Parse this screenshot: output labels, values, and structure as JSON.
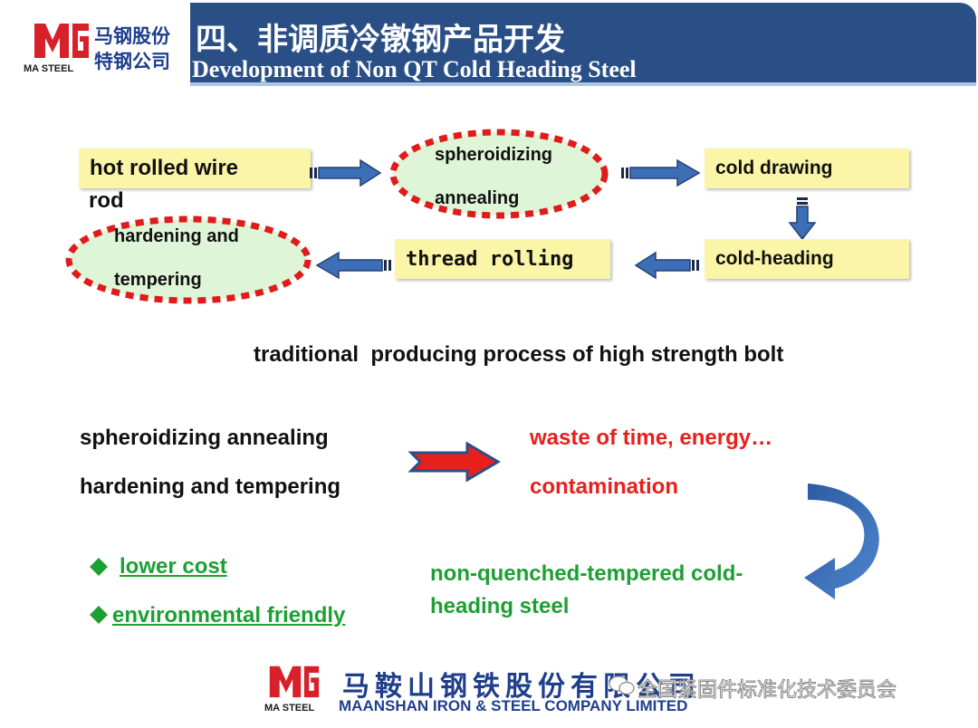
{
  "header": {
    "brand_cn_line1": "马钢股份",
    "brand_cn_line2": "特钢公司",
    "brand_en": "MA STEEL",
    "title_cn": "四、非调质冷镦钢产品开发",
    "title_en": "Development of Non QT Cold Heading Steel"
  },
  "process": {
    "hot_rolled_line1": "hot rolled wire",
    "hot_rolled_line2": "rod",
    "spheroidizing_line1": "spheroidizing",
    "spheroidizing_line2": "annealing",
    "cold_drawing": "cold drawing",
    "cold_heading": "cold-heading",
    "thread_rolling": "thread rolling",
    "hardening_line1": "hardening and",
    "hardening_line2": "tempering",
    "caption": "traditional  producing process of high strength bolt"
  },
  "comparison": {
    "left_1": "spheroidizing annealing",
    "left_2": "hardening and tempering",
    "right_1": "waste of time, energy…",
    "right_2": "contamination"
  },
  "benefits": {
    "item_1": "lower cost",
    "item_2": "environmental friendly",
    "result_line1": "non-quenched-tempered cold-",
    "result_line2": "heading steel"
  },
  "footer": {
    "company_cn": "马鞍山钢铁股份有限公司",
    "company_en": "MAANSHAN IRON & STEEL COMPANY LIMITED",
    "brand_en": "MA STEEL",
    "watermark": "全国紧固件标准化技术委员会"
  },
  "colors": {
    "title_bar": "#2a4f86",
    "box_fill": "#fbf5a8",
    "ellipse_fill": "#dff5d8",
    "ellipse_border": "#e01b1b",
    "arrow_blue": "#3d6fb6",
    "red_text": "#e8201c",
    "green_text": "#1da033"
  }
}
